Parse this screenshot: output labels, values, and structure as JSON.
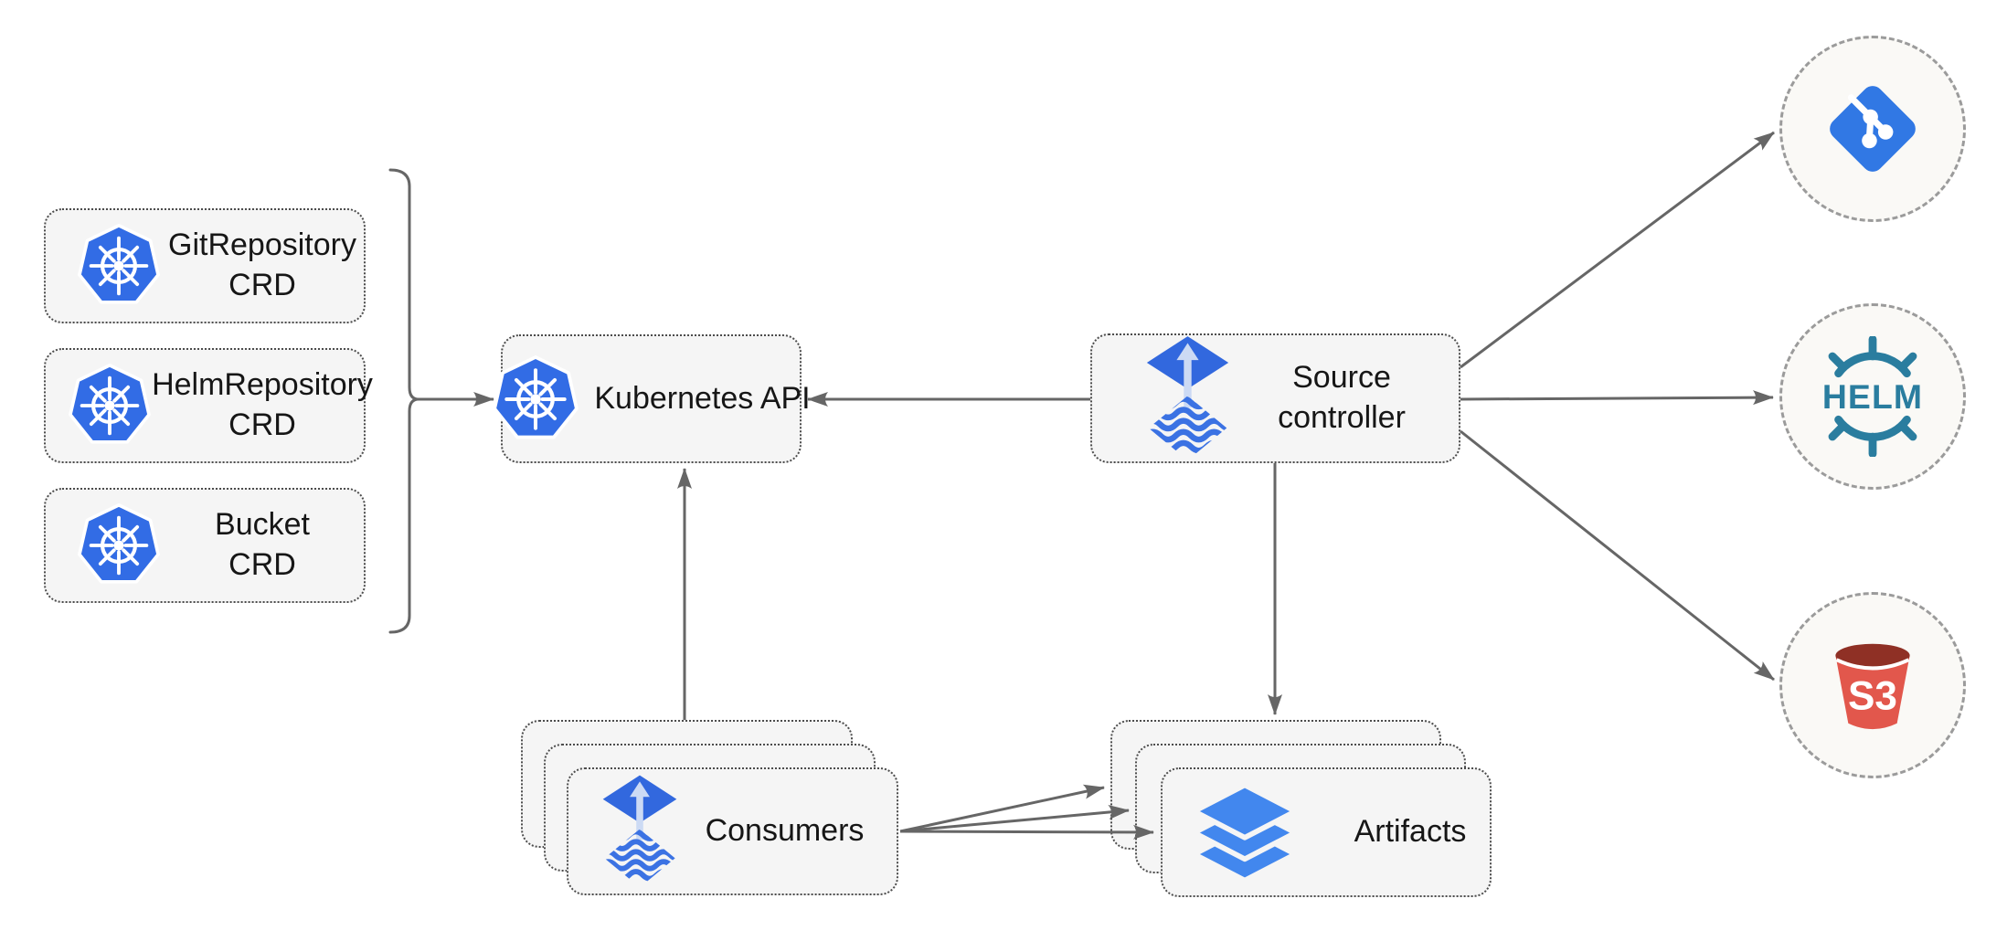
{
  "nodes": {
    "git_repository_crd": {
      "label_line1": "GitRepository",
      "label_line2": "CRD",
      "icon": "kubernetes-icon"
    },
    "helm_repository_crd": {
      "label_line1": "HelmRepository",
      "label_line2": "CRD",
      "icon": "kubernetes-icon"
    },
    "bucket_crd": {
      "label_line1": "Bucket",
      "label_line2": "CRD",
      "icon": "kubernetes-icon"
    },
    "kubernetes_api": {
      "label": "Kubernetes API",
      "icon": "kubernetes-icon"
    },
    "source_controller": {
      "label_line1": "Source",
      "label_line2": "controller",
      "icon": "flux-icon"
    },
    "consumers": {
      "label": "Consumers",
      "icon": "flux-icon",
      "stacked": 3
    },
    "artifacts": {
      "label": "Artifacts",
      "icon": "layers-icon",
      "stacked": 3
    },
    "git_remote": {
      "icon": "git-icon"
    },
    "helm_registry": {
      "label": "HELM",
      "icon": "helm-icon"
    },
    "s3_bucket": {
      "label": "S3",
      "icon": "s3-bucket-icon"
    }
  },
  "edges": [
    {
      "from": "crd-group-bracket",
      "to": "kubernetes_api",
      "arrow": true
    },
    {
      "from": "source_controller",
      "to": "kubernetes_api",
      "arrow": true
    },
    {
      "from": "consumers",
      "to": "kubernetes_api",
      "arrow": true
    },
    {
      "from": "source_controller",
      "to": "artifacts",
      "arrow": true
    },
    {
      "from": "source_controller",
      "to": "git_remote",
      "arrow": true
    },
    {
      "from": "source_controller",
      "to": "helm_registry",
      "arrow": true
    },
    {
      "from": "source_controller",
      "to": "s3_bucket",
      "arrow": true
    },
    {
      "from": "consumers",
      "to": "artifacts",
      "arrow": true,
      "count": 3
    }
  ],
  "colors": {
    "kubernetes_blue": "#326ce5",
    "flux_blue": "#3268de",
    "flux_wave_blue": "#3b72e3",
    "flux_arrow_light": "#ccdaf4",
    "layers_blue": "#4287ee",
    "git_blue": "#3178e4",
    "helm_teal": "#2a7d9f",
    "s3_red": "#e2574c",
    "s3_dark_red": "#8f3025",
    "edge_gray": "#666666",
    "node_fill": "#f5f5f5",
    "circle_fill": "#faf9f6"
  }
}
